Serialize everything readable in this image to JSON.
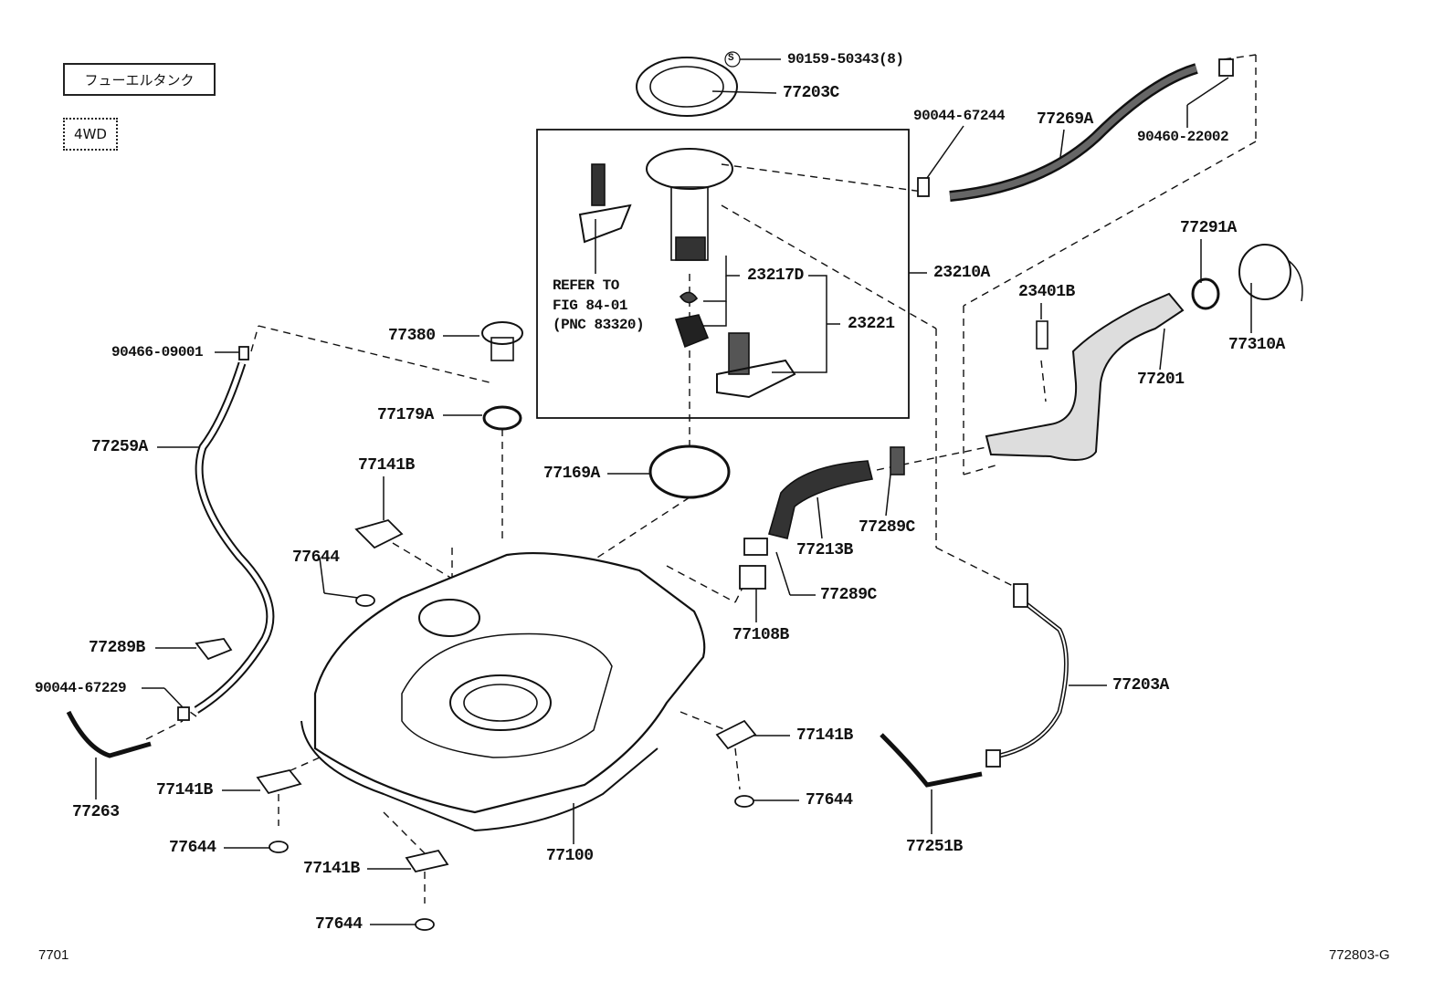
{
  "header": {
    "title_box": "フューエルタンク",
    "variant_box": "4WD"
  },
  "reference_note": [
    "REFER TO",
    "FIG 84-01",
    "(PNC 83320)"
  ],
  "standard_part_symbol": "S",
  "labels": [
    "90159-50343(8)",
    "77203C",
    "90044-67244",
    "77269A",
    "90460-22002",
    "23210A",
    "23217D",
    "23221",
    "77291A",
    "23401B",
    "77310A",
    "77201",
    "77380",
    "77179A",
    "90466-09001",
    "77259A",
    "77141B",
    "77169A",
    "77289C",
    "77213B",
    "77644",
    "77289C",
    "77108B",
    "77289B",
    "77203A",
    "90044-67229",
    "77141B",
    "77263",
    "77141B",
    "77644",
    "77644",
    "77100",
    "77251B",
    "77141B",
    "77644"
  ],
  "footer": {
    "left": "7701",
    "right": "772803-G"
  }
}
